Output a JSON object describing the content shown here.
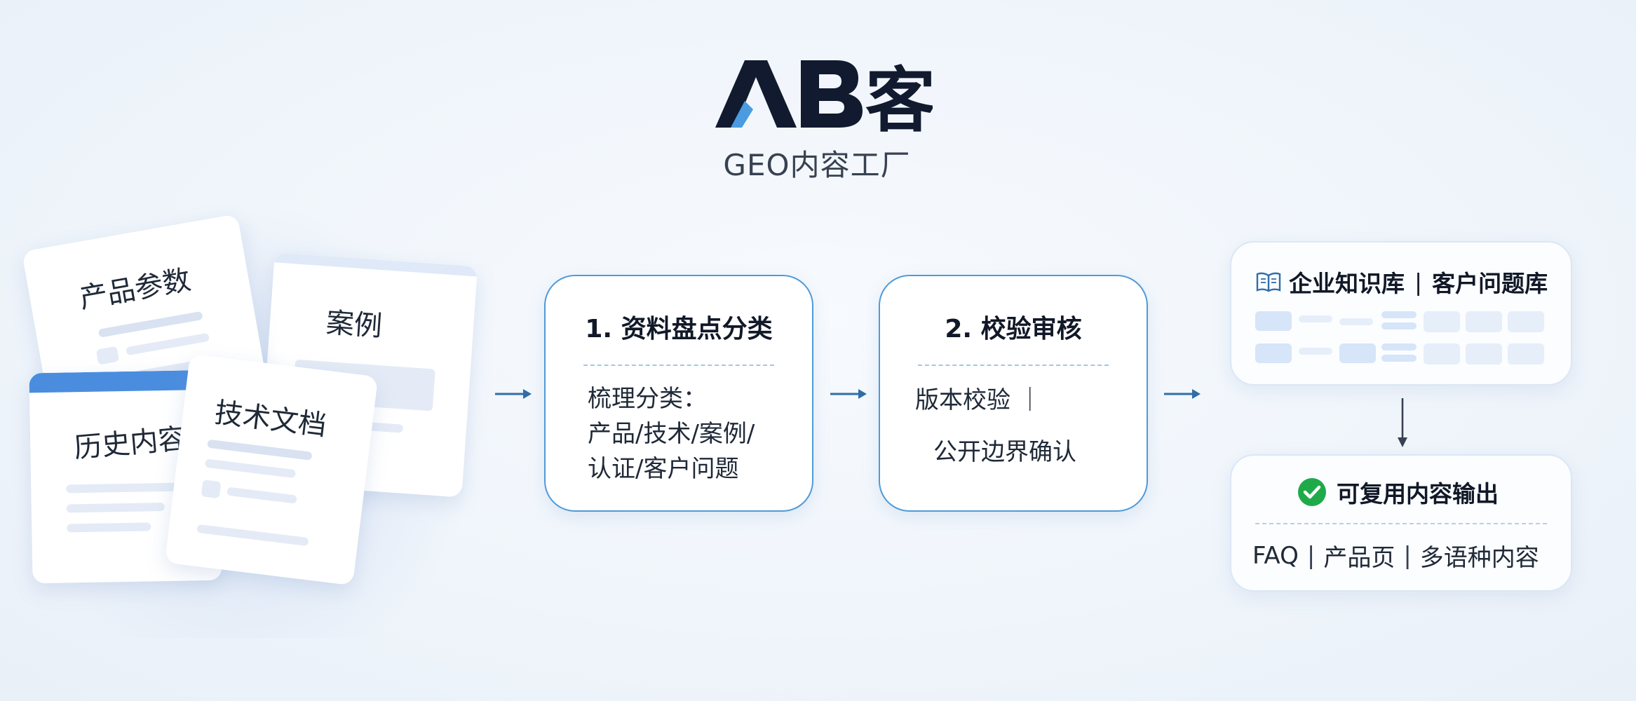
{
  "logo": {
    "wordmark": "AB客",
    "subtitle": "GEO内容工厂"
  },
  "sources": {
    "cards": [
      "产品参数",
      "案例",
      "历史内容",
      "技术文档"
    ]
  },
  "steps": [
    {
      "title": "1. 资料盘点分类",
      "body_lines": [
        "梳理分类：",
        "产品/技术/案例/",
        "认证/客户问题"
      ]
    },
    {
      "title": "2. 校验审核",
      "body_lines": [
        "版本校验 ｜",
        "公开边界确认"
      ]
    }
  ],
  "knowledge_base": {
    "icon": "book-icon",
    "items": [
      "企业知识库",
      "客户问题库"
    ]
  },
  "output": {
    "icon": "check-circle-icon",
    "title": "可复用内容输出",
    "items": [
      "FAQ",
      "产品页",
      "多语种内容"
    ]
  },
  "colors": {
    "navy": "#111a2e",
    "accent_blue": "#4a9be0",
    "box_border": "#4f9ad6",
    "arrow": "#2f6ea8",
    "check_green": "#1faa4a"
  }
}
